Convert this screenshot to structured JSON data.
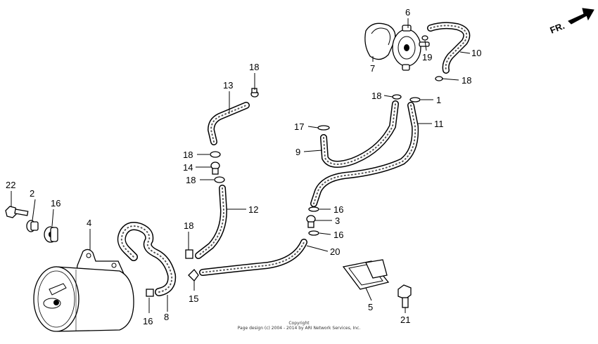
{
  "direction_label": "FR.",
  "callouts": [
    {
      "id": "c1",
      "label": "1"
    },
    {
      "id": "c2",
      "label": "2"
    },
    {
      "id": "c3",
      "label": "3"
    },
    {
      "id": "c4",
      "label": "4"
    },
    {
      "id": "c5",
      "label": "5"
    },
    {
      "id": "c6",
      "label": "6"
    },
    {
      "id": "c7",
      "label": "7"
    },
    {
      "id": "c8",
      "label": "8"
    },
    {
      "id": "c9",
      "label": "9"
    },
    {
      "id": "c10",
      "label": "10"
    },
    {
      "id": "c11",
      "label": "11"
    },
    {
      "id": "c12",
      "label": "12"
    },
    {
      "id": "c13",
      "label": "13"
    },
    {
      "id": "c14",
      "label": "14"
    },
    {
      "id": "c15",
      "label": "15"
    },
    {
      "id": "c16a",
      "label": "16"
    },
    {
      "id": "c16b",
      "label": "16"
    },
    {
      "id": "c16c",
      "label": "16"
    },
    {
      "id": "c16d",
      "label": "16"
    },
    {
      "id": "c17",
      "label": "17"
    },
    {
      "id": "c18a",
      "label": "18"
    },
    {
      "id": "c18b",
      "label": "18"
    },
    {
      "id": "c18c",
      "label": "18"
    },
    {
      "id": "c18d",
      "label": "18"
    },
    {
      "id": "c18e",
      "label": "18"
    },
    {
      "id": "c18f",
      "label": "18"
    },
    {
      "id": "c19",
      "label": "19"
    },
    {
      "id": "c20",
      "label": "20"
    },
    {
      "id": "c21",
      "label": "21"
    },
    {
      "id": "c22",
      "label": "22"
    }
  ],
  "copyright": {
    "line1": "Copyright",
    "line2": "Page design (c) 2004 - 2014 by ARI Network Services, Inc."
  }
}
